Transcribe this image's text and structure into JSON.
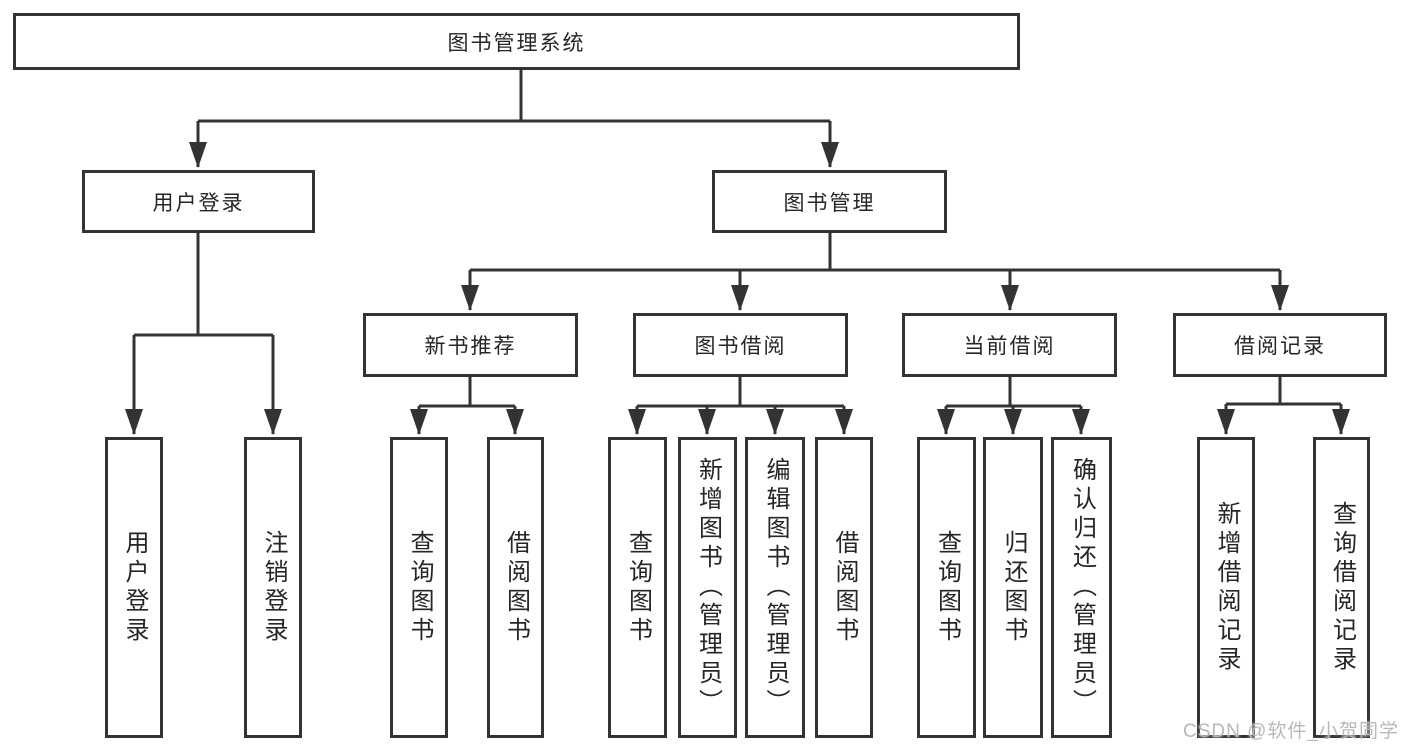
{
  "nodes": {
    "root": "图书管理系统",
    "user_login": "用户登录",
    "book_mgmt": "图书管理",
    "new_books": "新书推荐",
    "borrowing": "图书借阅",
    "current": "当前借阅",
    "records": "借阅记录"
  },
  "leaves": {
    "user_login": [
      "用户登录",
      "注销登录"
    ],
    "new_books": [
      "查询图书",
      "借阅图书"
    ],
    "borrowing": [
      "查询图书",
      "新增图书（管理员）",
      "编辑图书（管理员）",
      "借阅图书"
    ],
    "current": [
      "查询图书",
      "归还图书",
      "确认归还（管理员）"
    ],
    "records": [
      "新增借阅记录",
      "查询借阅记录"
    ]
  },
  "watermark": "CSDN @软件_小贺同学",
  "colors": {
    "line": "#333333",
    "text": "#262626",
    "watermark": "#b8b8b8"
  }
}
